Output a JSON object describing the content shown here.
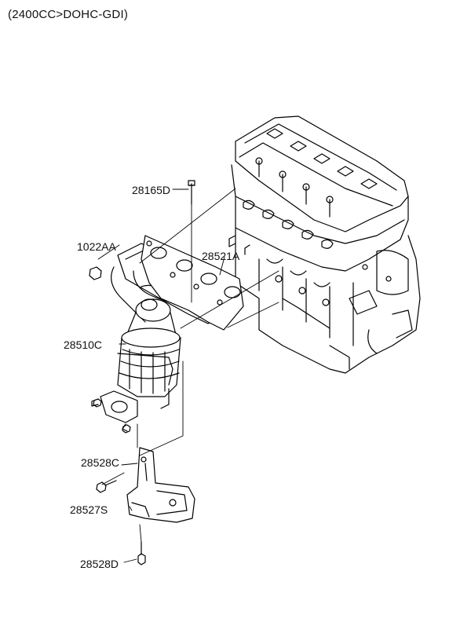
{
  "caption": "(2400CC>DOHC-GDI)",
  "parts": {
    "p28165D": "28165D",
    "p1022AA": "1022AA",
    "p28521A": "28521A",
    "p28510C": "28510C",
    "p28528C": "28528C",
    "p28527S": "28527S",
    "p28528D": "28528D"
  }
}
